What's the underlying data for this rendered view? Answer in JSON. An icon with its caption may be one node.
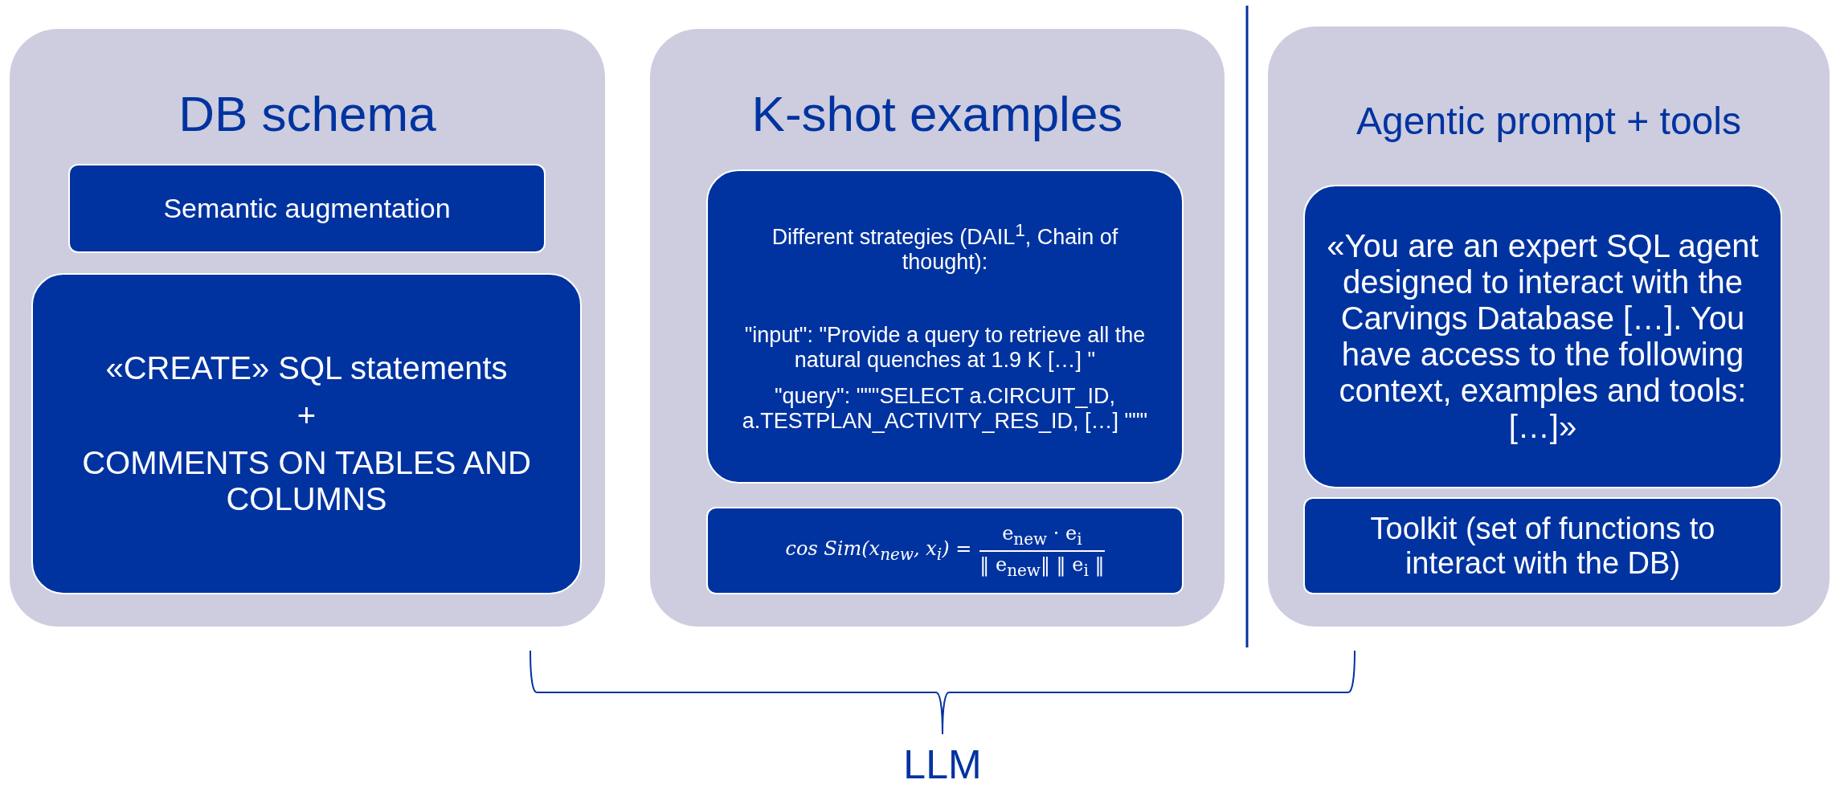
{
  "diagram": {
    "nodes": [
      {
        "text": [
          "DB schema"
        ]
      },
      {
        "text": [
          "Semantic augmentation"
        ],
        "in": 0
      },
      {
        "text": [
          "«CREATE» SQL statements",
          "+",
          "COMMENTS ON TABLES AND COLUMNS"
        ],
        "in": 0
      },
      {
        "text": [
          "K-shot examples"
        ]
      },
      {
        "text": [
          "Different strategies (DAIL$^{1}$, Chain of thought):",
          "\"input\": \"Provide a query to retrieve all the natural quenches at 1.9 K […] \"",
          "\"query\": \"\"\"SELECT a.CIRCUIT_ID, a.TESTPLAN_ACTIVITY_RES_ID, […] \"\"\""
        ],
        "in": 3
      },
      {
        "text": [
          "*cos Sim*(*x*$_{new}$, *x*$_{i}$) =",
          "e$_{new}$ · e$_{i}$",
          "‖ e$_{new}$‖ ‖ e$_{i}$ ‖"
        ],
        "in": 3
      },
      {
        "text": [
          "Agentic prompt + tools"
        ]
      },
      {
        "text": [
          "«You are an expert SQL agent designed to interact with the Carvings Database […]. You have access to the following context, examples and tools: […]»"
        ],
        "in": 6
      },
      {
        "text": [
          "Toolkit (set of functions to interact with the DB)"
        ],
        "in": 6
      }
    ],
    "labels": [
      "LLM"
    ]
  }
}
